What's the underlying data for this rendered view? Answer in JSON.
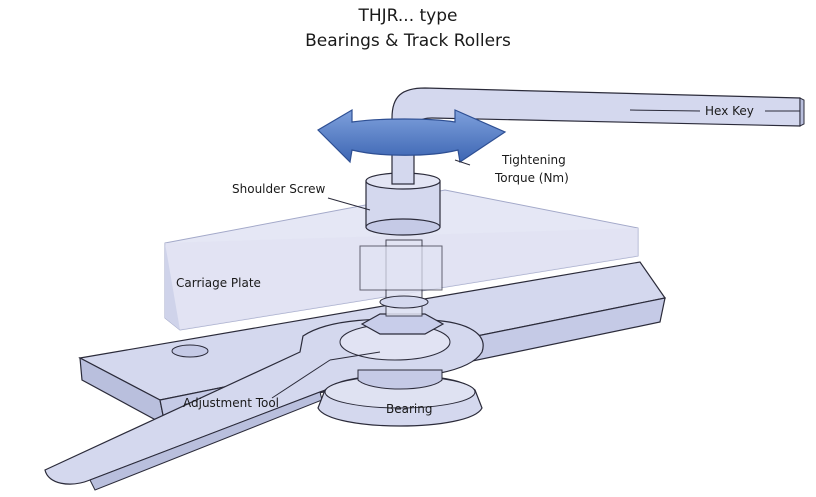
{
  "title": {
    "line1": "THJR... type",
    "line2": "Bearings & Track Rollers"
  },
  "labels": {
    "hex_key": "Hex Key",
    "tightening_line1": "Tightening",
    "tightening_line2": "Torque (Nm)",
    "shoulder_screw": "Shoulder Screw",
    "carriage_plate": "Carriage Plate",
    "adjustment_tool": "Adjustment Tool",
    "bearing": "Bearing"
  },
  "colors": {
    "part_fill": "#d4d8ee",
    "part_dark": "#b9bfdd",
    "plate_fill": "#e1e3f3",
    "arrow_fill": "#4f7cc6",
    "outline": "#2b2b3a"
  }
}
